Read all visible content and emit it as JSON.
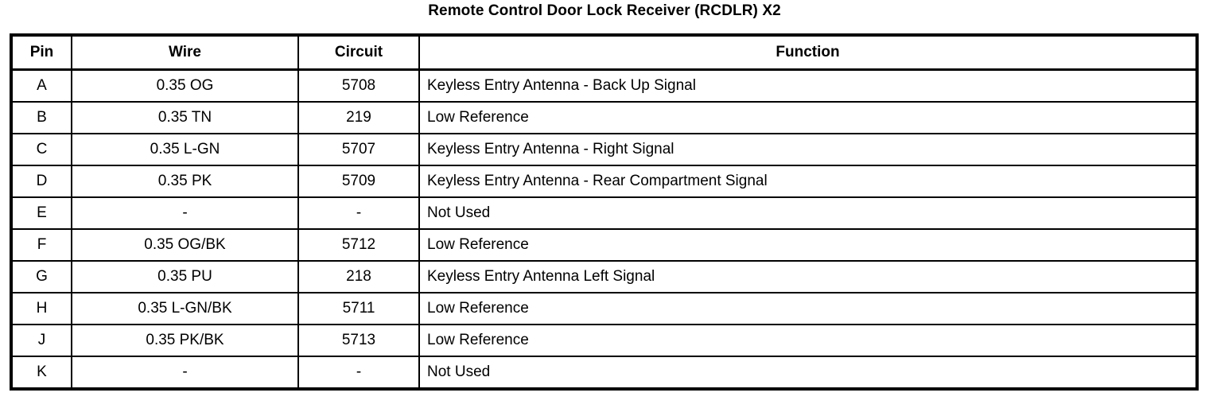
{
  "document": {
    "title": "Remote Control Door Lock Receiver (RCDLR) X2"
  },
  "table": {
    "columns": [
      {
        "key": "pin",
        "label": "Pin"
      },
      {
        "key": "wire",
        "label": "Wire"
      },
      {
        "key": "circuit",
        "label": "Circuit"
      },
      {
        "key": "function",
        "label": "Function"
      }
    ],
    "rows": [
      {
        "pin": "A",
        "wire": "0.35 OG",
        "circuit": "5708",
        "function": "Keyless Entry Antenna - Back Up Signal"
      },
      {
        "pin": "B",
        "wire": "0.35 TN",
        "circuit": "219",
        "function": "Low Reference"
      },
      {
        "pin": "C",
        "wire": "0.35 L-GN",
        "circuit": "5707",
        "function": "Keyless Entry Antenna - Right Signal"
      },
      {
        "pin": "D",
        "wire": "0.35 PK",
        "circuit": "5709",
        "function": "Keyless Entry Antenna - Rear Compartment Signal"
      },
      {
        "pin": "E",
        "wire": "-",
        "circuit": "-",
        "function": "Not Used"
      },
      {
        "pin": "F",
        "wire": "0.35 OG/BK",
        "circuit": "5712",
        "function": "Low Reference"
      },
      {
        "pin": "G",
        "wire": "0.35 PU",
        "circuit": "218",
        "function": "Keyless Entry Antenna Left Signal"
      },
      {
        "pin": "H",
        "wire": "0.35 L-GN/BK",
        "circuit": "5711",
        "function": "Low Reference"
      },
      {
        "pin": "J",
        "wire": "0.35 PK/BK",
        "circuit": "5713",
        "function": "Low Reference"
      },
      {
        "pin": "K",
        "wire": "-",
        "circuit": "-",
        "function": "Not Used"
      }
    ]
  },
  "style": {
    "border_color": "#000000",
    "text_color": "#000000",
    "background": "#ffffff"
  }
}
